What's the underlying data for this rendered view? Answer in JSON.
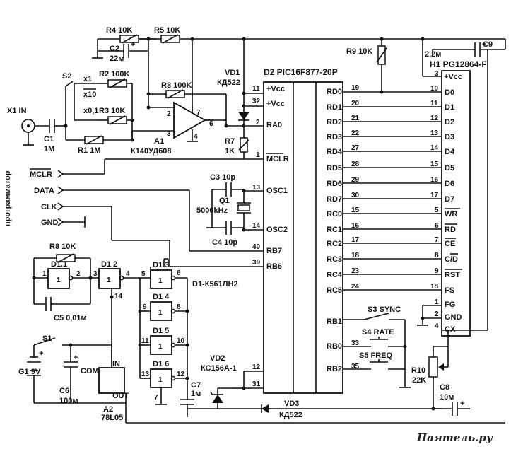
{
  "mcu": {
    "name": "D2 PIC16F877-20P",
    "left_pins": [
      {
        "num": "11",
        "label": "+Vcc"
      },
      {
        "num": "32",
        "label": "+Vcc"
      },
      {
        "num": "2",
        "label": "RA0"
      },
      {
        "num": "1",
        "label": "MCLR"
      },
      {
        "num": "13",
        "label": "OSC1"
      },
      {
        "num": "14",
        "label": "OSC2"
      },
      {
        "num": "40",
        "label": "RB7"
      },
      {
        "num": "39",
        "label": "RB6"
      },
      {
        "num": "12",
        "label": ""
      },
      {
        "num": "31",
        "label": ""
      }
    ],
    "right_pins": [
      {
        "num": "19",
        "label": "RD0"
      },
      {
        "num": "20",
        "label": "RD1"
      },
      {
        "num": "21",
        "label": "RD2"
      },
      {
        "num": "22",
        "label": "RD3"
      },
      {
        "num": "27",
        "label": "RD4"
      },
      {
        "num": "28",
        "label": "RD5"
      },
      {
        "num": "29",
        "label": "RD6"
      },
      {
        "num": "30",
        "label": "RD7"
      },
      {
        "num": "15",
        "label": "RC0"
      },
      {
        "num": "16",
        "label": "RC1"
      },
      {
        "num": "17",
        "label": "RC2"
      },
      {
        "num": "18",
        "label": "RC3"
      },
      {
        "num": "23",
        "label": "RC4"
      },
      {
        "num": "24",
        "label": "RC5"
      },
      {
        "num": "",
        "label": "RB1"
      },
      {
        "num": "33",
        "label": "RB0"
      },
      {
        "num": "35",
        "label": "RB2"
      }
    ]
  },
  "lcd": {
    "name": "H1 PG12864-F",
    "pins": [
      {
        "num": "3",
        "label": "+Vcc"
      },
      {
        "num": "10",
        "label": "D0"
      },
      {
        "num": "11",
        "label": "D1"
      },
      {
        "num": "12",
        "label": "D2"
      },
      {
        "num": "13",
        "label": "D3"
      },
      {
        "num": "14",
        "label": "D4"
      },
      {
        "num": "15",
        "label": "D5"
      },
      {
        "num": "16",
        "label": "D6"
      },
      {
        "num": "17",
        "label": "D7"
      },
      {
        "num": "5",
        "label": "WR"
      },
      {
        "num": "6",
        "label": "RD"
      },
      {
        "num": "7",
        "label": "CE"
      },
      {
        "num": "8",
        "label": "C/D"
      },
      {
        "num": "9",
        "label": "RST"
      },
      {
        "num": "18",
        "label": "FS"
      },
      {
        "num": "1",
        "label": "FG"
      },
      {
        "num": "2",
        "label": "GND"
      },
      {
        "num": "4",
        "label": "CX"
      }
    ]
  },
  "components": {
    "r4": "R4 10K",
    "r5": "R5 10K",
    "c2": "C2",
    "c2v": "22м",
    "r2": "R2 100K",
    "r3": "R3 10K",
    "r1": "R1 1M",
    "r8a": "R8 100K",
    "s2": "S2",
    "x1": "x1",
    "x10": "x10",
    "x01": "x0,1",
    "x1in": "X1 IN",
    "c1": "C1",
    "c1v": "1M",
    "a1": "A1",
    "a1t": "К140УД608",
    "vd1": "VD1",
    "vd1t": "КД522",
    "r7": "R7",
    "r7v": "1K",
    "r9": "R9 10K",
    "c9": "C9",
    "c9v": "2,2м",
    "c3": "C3 10p",
    "q1": "Q1",
    "q1v": "5000kHz",
    "c4": "C4 10p",
    "r8b": "R8 10K",
    "c5": "C5 0,01м",
    "g11": "D1.1",
    "g12": "D1 2",
    "g13": "D1.3",
    "g14": "D1 4",
    "g15": "D1 5",
    "g16": "D1 6",
    "d1": "D1-К561ЛН2",
    "s1": "S1",
    "g1": "G1 9V",
    "c6": "C6",
    "c6v": "100м",
    "a2": "A2",
    "a2t": "78L05",
    "a2in": "IN",
    "a2com": "COM",
    "a2out": "OUT",
    "c7": "C7",
    "c7v": "1м",
    "vd2": "VD2",
    "vd2t": "КС156А-1",
    "vd3": "VD3",
    "vd3t": "КД522",
    "s3": "S3 SYNC",
    "s4": "S4 RATE",
    "s5": "S5 FREQ",
    "r10": "R10",
    "r10v": "22K",
    "c8": "C8",
    "c8v": "10м"
  },
  "gate_pins": {
    "g11_in": "1",
    "g11_out": "2",
    "g12_in": "3",
    "g12_out": "4",
    "g12_p14": "14",
    "g13_in": "5",
    "g13_out": "6",
    "g14_in": "9",
    "g14_out": "8",
    "g15_in": "11",
    "g15_out": "10",
    "g16_in": "13",
    "g16_out": "12",
    "g16_p7": "7",
    "gate_text": "1",
    "a1_p2": "2",
    "a1_p3": "3",
    "a1_p7": "7",
    "a1_p6": "6",
    "a1_p4": "4"
  },
  "programmer": {
    "title": "программатор",
    "signals": [
      "MCLR",
      "DATA",
      "CLK",
      "GND"
    ]
  },
  "watermark": "Паятель.ру"
}
